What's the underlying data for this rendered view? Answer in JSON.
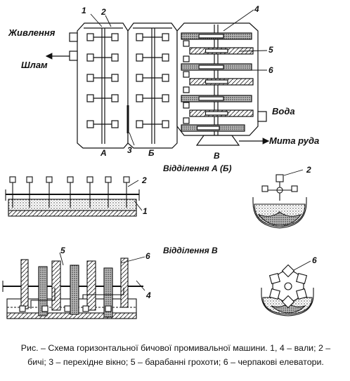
{
  "top_view": {
    "feed_label": "Живлення",
    "sludge_label": "Шлам",
    "water_label": "Вода",
    "washed_ore_label": "Мита руда",
    "section_a": "А",
    "section_b": "Б",
    "section_v": "В",
    "callouts": {
      "n1": "1",
      "n2": "2",
      "n3": "3",
      "n4": "4",
      "n5": "5",
      "n6": "6"
    }
  },
  "section_ab": {
    "title": "Відділення А (Б)",
    "callouts": {
      "n2": "2",
      "n1": "1",
      "n2b": "2"
    }
  },
  "section_v": {
    "title": "Відділення В",
    "callouts": {
      "n5": "5",
      "n6": "6",
      "n4": "4",
      "n6b": "6"
    }
  },
  "caption": {
    "line1": "Рис. – Схема горизонтальної бичової промивальної машини. 1, 4 – вали; 2 –",
    "line2": "бичі; 3 – перехідне вікно; 5 – барабанні грохоти; 6 – черпакові елеватори."
  }
}
